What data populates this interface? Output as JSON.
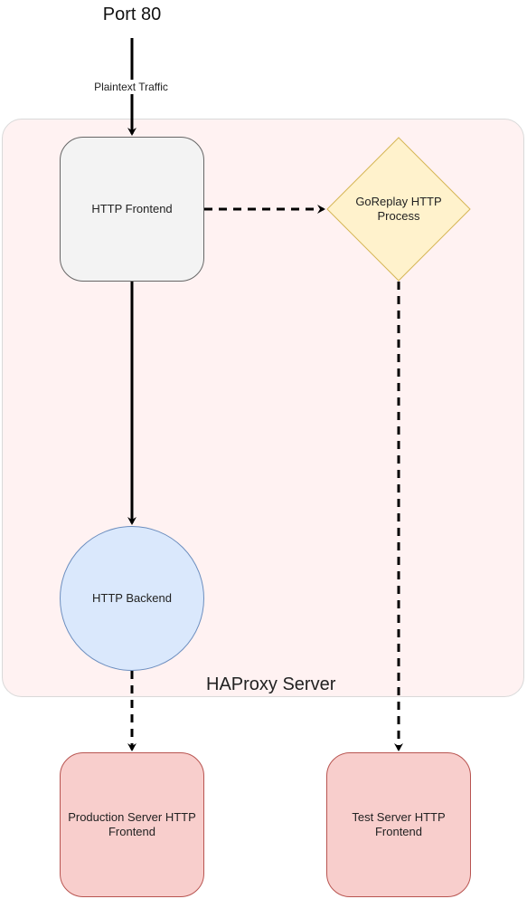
{
  "diagram": {
    "port_label": "Port 80",
    "edge_label": "Plaintext Traffic",
    "container": {
      "label": "HAProxy Server"
    },
    "nodes": {
      "http_frontend": "HTTP Frontend",
      "goreplay": "GoReplay HTTP Process",
      "http_backend": "HTTP Backend",
      "production_frontend": "Production Server HTTP Frontend",
      "test_frontend": "Test Server HTTP Frontend"
    },
    "colors": {
      "container_fill": "#fff2f2",
      "frontend_fill": "#f3f3f3",
      "goreplay_fill": "#fff2cc",
      "goreplay_stroke": "#d6b656",
      "backend_fill": "#dae8fc",
      "backend_stroke": "#6c8ebf",
      "server_fill": "#f8cecc",
      "server_stroke": "#b85450"
    }
  }
}
